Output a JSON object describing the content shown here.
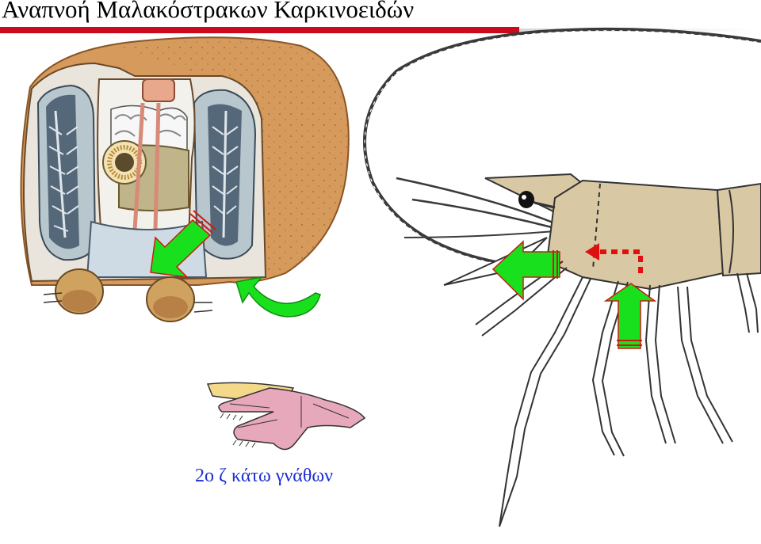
{
  "title": "Αναπνοή Μαλακόστρακων Καρκινοειδών",
  "caption": "2ο ζ κάτω γνάθων",
  "colors": {
    "title_bar": "#cc0a1e",
    "caption_text": "#1d2fd0",
    "arrow_fill": "#19e01c",
    "arrow_stroke": "#cc1a12",
    "dotted_arrow": "#e01010",
    "carapace": "#d59a5c",
    "shrimp_body": "#d9c8a4",
    "gill": "#4c6070",
    "appendage_pink": "#e8a8bc",
    "appendage_yellow": "#f4d98a"
  },
  "icons": [
    "crustacean-cross-section",
    "shrimp-illustration",
    "maxilla-appendage",
    "water-flow-arrow",
    "curved-arrow",
    "dotted-flow-arrow"
  ]
}
